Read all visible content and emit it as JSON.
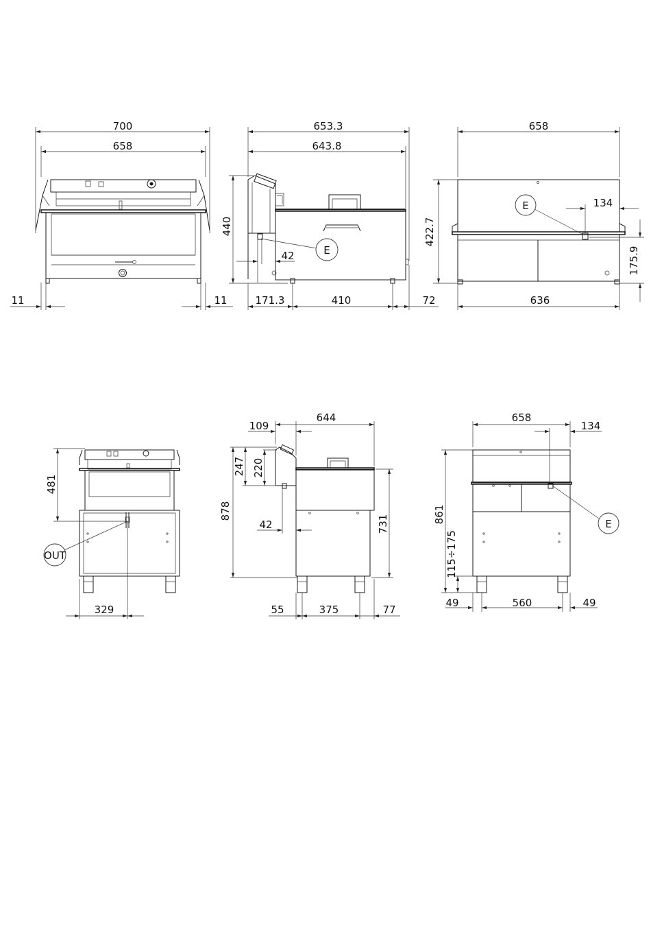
{
  "top_row": {
    "front": {
      "width_overall": "700",
      "width_body": "658",
      "side_left": "11",
      "side_right": "11"
    },
    "side": {
      "depth_overall": "653.3",
      "depth_body": "643.8",
      "height": "440",
      "offset": "42",
      "rear": "171.3",
      "feet": "410",
      "front": "72",
      "callout": "E"
    },
    "rear": {
      "width": "658",
      "height": "422.7",
      "feet": "636",
      "outlet_offset": "134",
      "outlet_height": "175.9",
      "callout": "E"
    }
  },
  "bottom_row": {
    "front": {
      "height": "481",
      "outlet_offset": "329",
      "callout": "OUT"
    },
    "side": {
      "head": "109",
      "depth": "644",
      "h1": "247",
      "h2": "220",
      "height": "878",
      "offset": "42",
      "cabinet": "731",
      "rear": "55",
      "feet": "375",
      "front": "77"
    },
    "rear": {
      "width": "658",
      "outlet_offset": "134",
      "height": "861",
      "legs": "115÷175",
      "side_left": "49",
      "feet": "560",
      "side_right": "49",
      "callout": "E"
    }
  }
}
